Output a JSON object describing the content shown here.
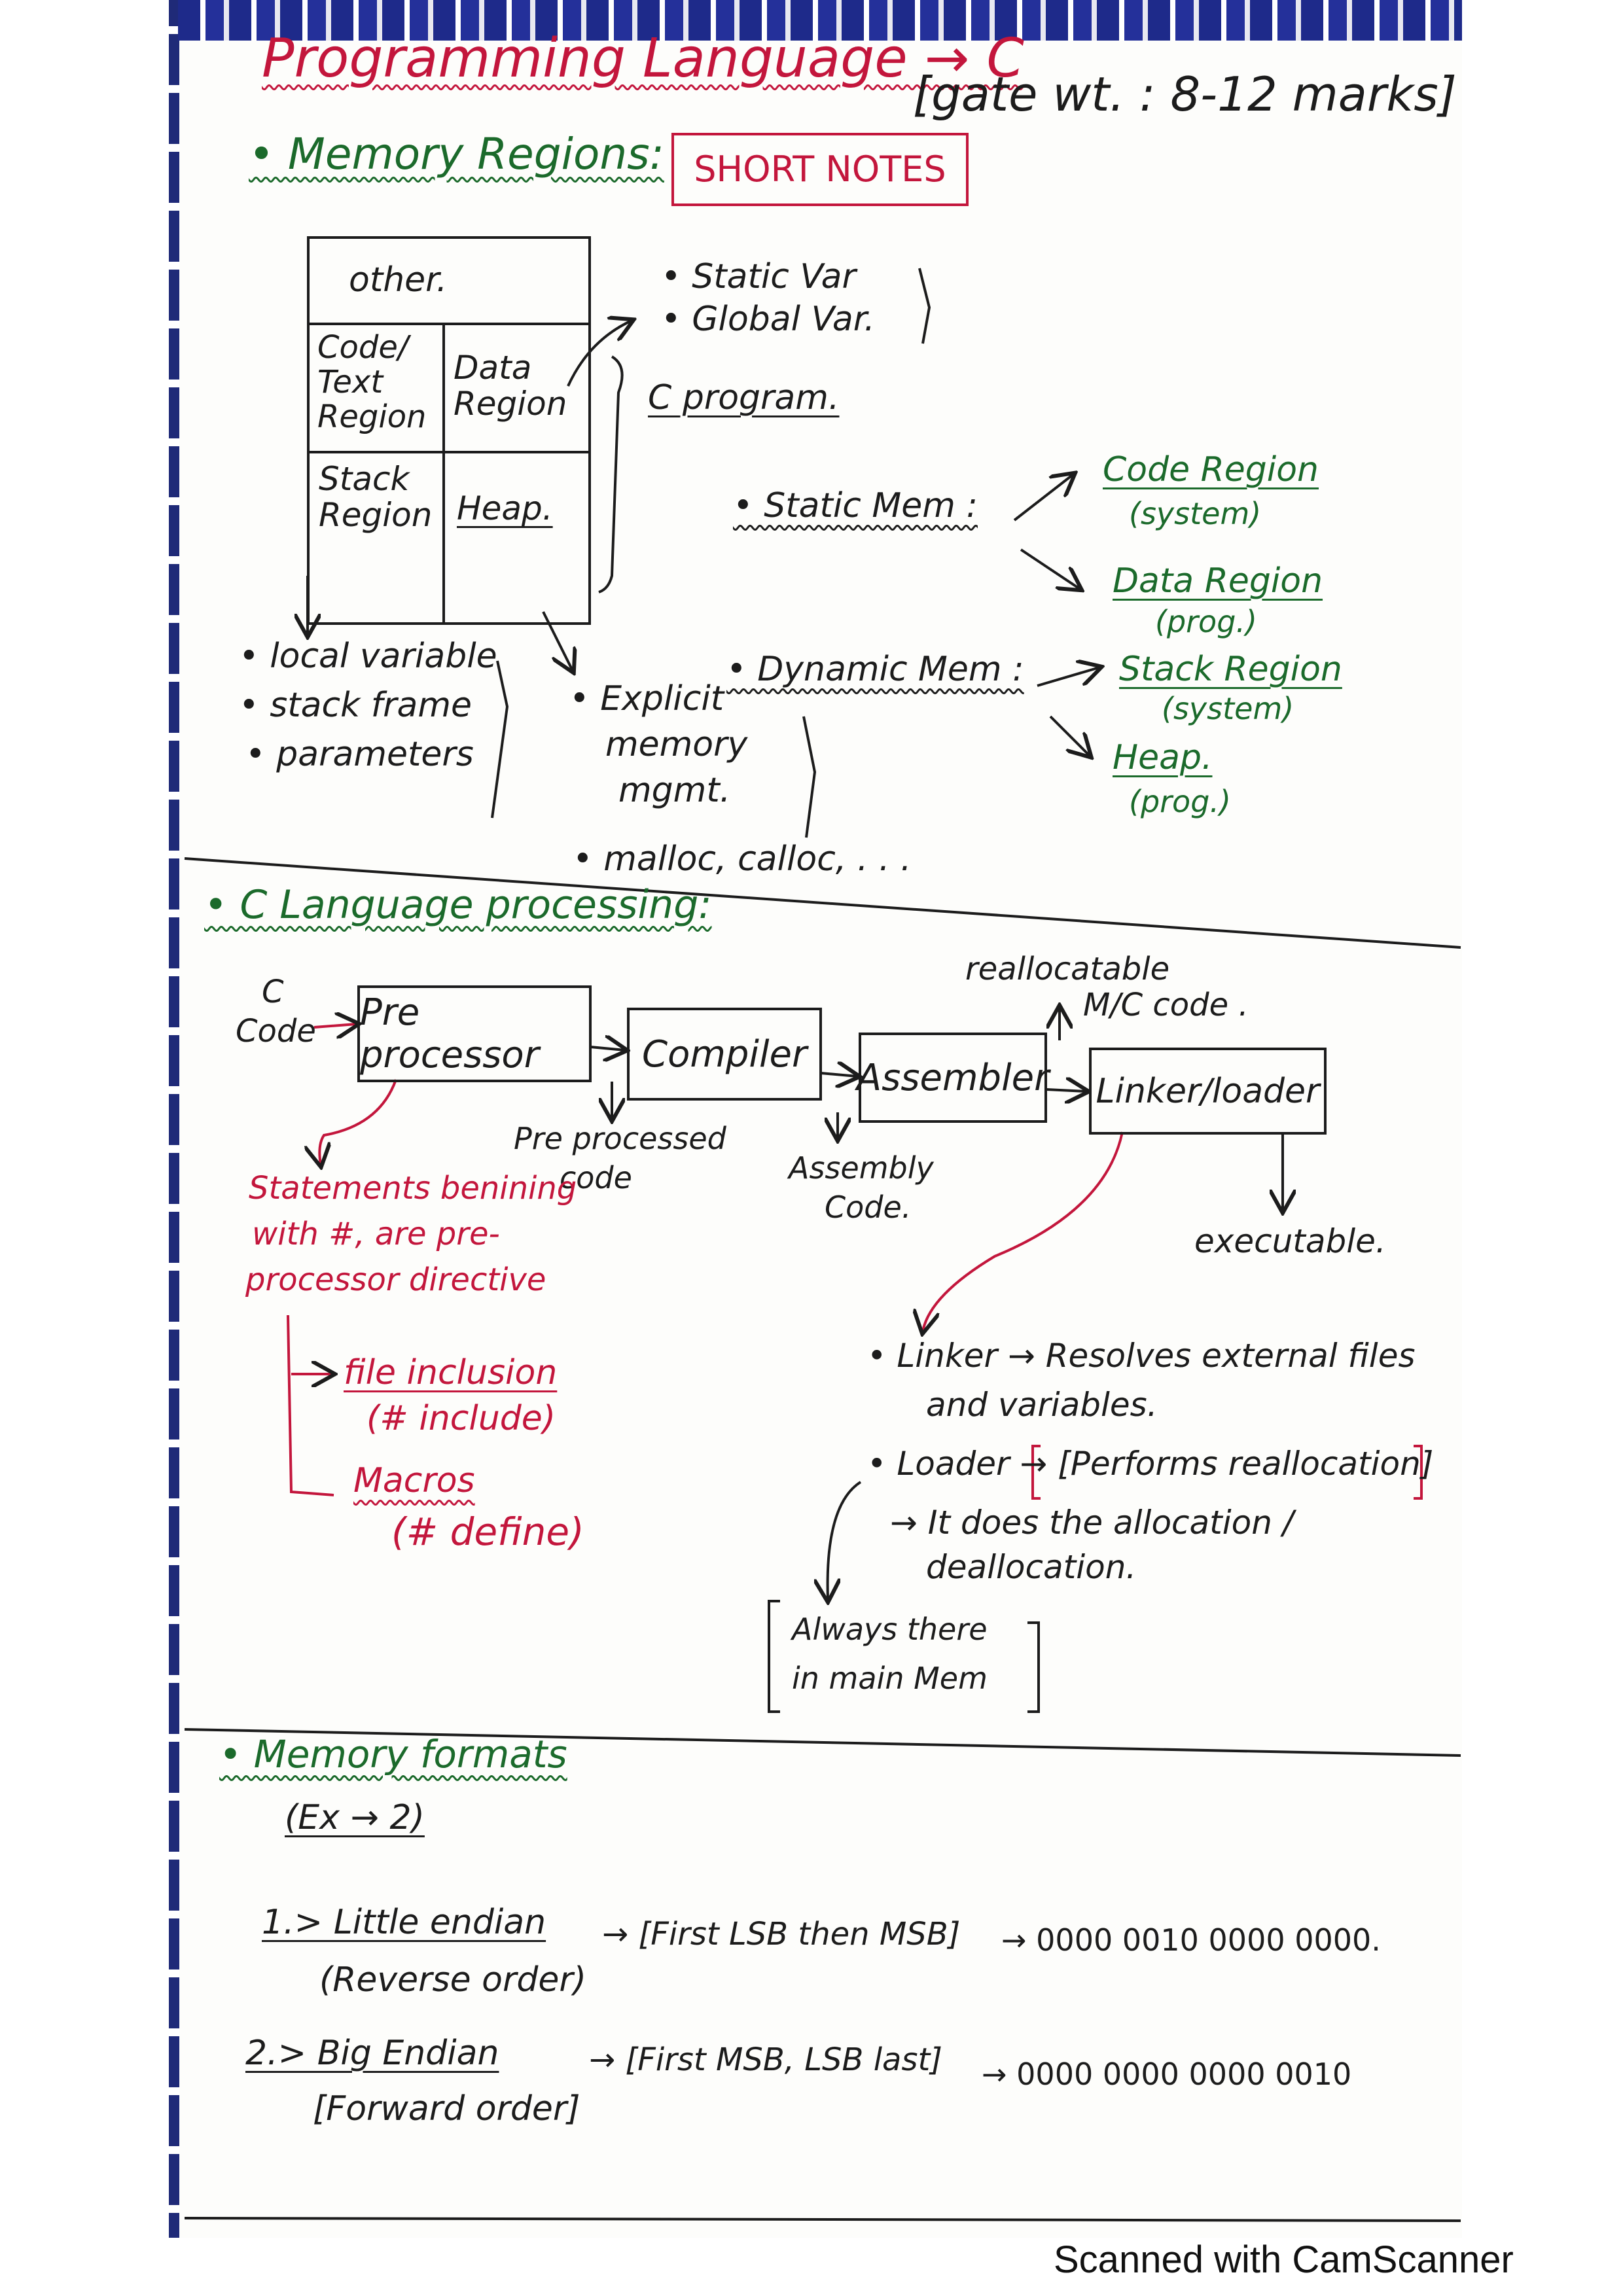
{
  "header": {
    "title": "Programming Language → C",
    "gate_weight": "[gate wt. : 8-12 marks]",
    "short_notes": "SHORT NOTES"
  },
  "memory_regions": {
    "heading": "• Memory Regions:",
    "table": {
      "other": "other.",
      "code_text": "Code/ Text Region",
      "data": "Data Region",
      "stack": "Stack Region",
      "heap": "Heap."
    },
    "data_vars": [
      "• Static Var",
      "• Global Var."
    ],
    "c_program": "C program.",
    "stack_items": [
      "• local variable",
      "• stack frame",
      "• parameters"
    ],
    "heap_items": [
      "• Explicit",
      "memory",
      "mgmt.",
      "• malloc, calloc, . . ."
    ],
    "static_mem": {
      "label": "• Static Mem :",
      "targets": [
        {
          "name": "Code Region",
          "owner": "(system)"
        },
        {
          "name": "Data Region",
          "owner": "(prog.)"
        }
      ]
    },
    "dynamic_mem": {
      "label": "• Dynamic Mem :",
      "targets": [
        {
          "name": "Stack Region",
          "owner": "(system)"
        },
        {
          "name": "Heap.",
          "owner": "(prog.)"
        }
      ]
    }
  },
  "processing": {
    "heading": "• C Language processing:",
    "input": [
      "C",
      "Code"
    ],
    "stages": [
      "Pre processor",
      "Compiler",
      "Assembler",
      "Linker/loader"
    ],
    "outputs": {
      "preprocessed": [
        "Pre processed",
        "code"
      ],
      "assembly": [
        "Assembly",
        "Code."
      ],
      "reallocatable": [
        "reallocatable",
        "M/C code ."
      ],
      "executable": "executable."
    },
    "directive_note": [
      "Statements benining",
      "with #, are pre-",
      "processor directive"
    ],
    "directives": [
      {
        "name": "file inclusion",
        "example": "(# include)"
      },
      {
        "name": "Macros",
        "example": "(# define)"
      }
    ],
    "linker": [
      "• Linker → Resolves external files",
      "and variables."
    ],
    "loader": [
      "• Loader → [Performs reallocation]",
      "→ It does the allocation /",
      "deallocation."
    ],
    "always_there": [
      "Always there",
      "in main Mem"
    ]
  },
  "memory_formats": {
    "heading": "• Memory formats",
    "example": "(Ex → 2)",
    "items": [
      {
        "label": "1.> Little endian",
        "note": "(Reverse order)",
        "rule": "→ [First LSB then MSB]",
        "bits": "→ 0000 0010  0000 0000."
      },
      {
        "label": "2.> Big Endian",
        "note": "[Forward order]",
        "rule": "→ [First MSB, LSB last]",
        "bits": "→ 0000 0000  0000 0010"
      }
    ]
  },
  "footer": "Scanned with CamScanner"
}
